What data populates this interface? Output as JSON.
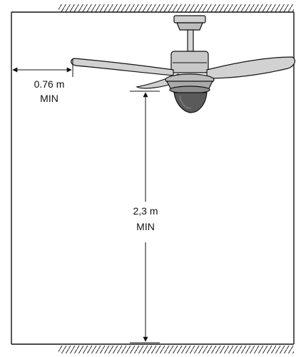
{
  "labels": {
    "side_clearance_value": "0.76 m",
    "side_clearance_min": "MIN",
    "floor_clearance_value": "2,3 m",
    "floor_clearance_min": "MIN"
  },
  "colors": {
    "line": "#111111",
    "blade": "#d2d2d2",
    "metal": "#bcbcbc",
    "light_cover": "#5a5a5a"
  }
}
